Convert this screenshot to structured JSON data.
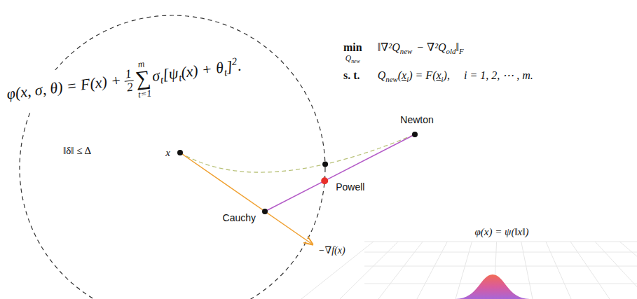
{
  "diagram": {
    "labels": [
      "φ(x, σ, θ) = F(x) +",
      "1",
      "2",
      "m",
      "∑",
      "t=1",
      "σ",
      "t",
      "[ψ",
      "t",
      "(x) + θ",
      "t",
      "]",
      "2",
      ".",
      "min",
      "Q",
      "new",
      "‖∇²Q",
      "new",
      "− ∇²Q",
      "old",
      "‖",
      "F",
      "s. t.",
      "Q",
      "new",
      "(",
      "x",
      "i",
      ") = F(",
      "x",
      "i",
      "),",
      "i = 1, 2, ⋯ , m.",
      "Newton",
      "‖δ‖ ≤ Δ",
      "x",
      "Powell",
      "Cauchy",
      "−∇f(x)",
      "φ(x) = ψ(‖x‖)"
    ]
  }
}
